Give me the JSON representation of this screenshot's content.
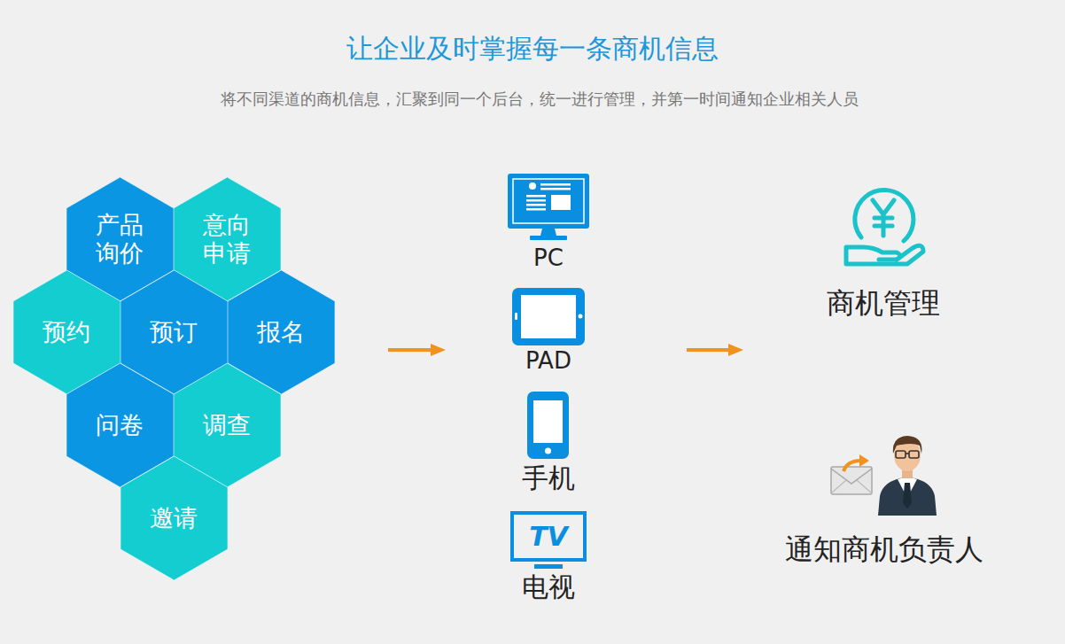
{
  "diagram": {
    "title": "让企业及时掌握每一条商机信息",
    "nodes": [
      {
        "text": [
          "产品 询价"
        ]
      },
      {
        "text": [
          "意向 申请"
        ]
      },
      {
        "text": [
          "预约"
        ]
      },
      {
        "text": [
          "预订"
        ]
      },
      {
        "text": [
          "报名"
        ]
      },
      {
        "text": [
          "问卷"
        ]
      },
      {
        "text": [
          "调查"
        ]
      },
      {
        "text": [
          "邀请"
        ]
      }
    ],
    "labels": [
      "将不同渠道的商机信息，汇聚到同一个后台，统一进行管理，并第一时间通知企业相关人员",
      "PC",
      "PAD",
      "手机",
      "TV",
      "电视",
      "商机管理",
      "通知商机负责人"
    ]
  }
}
